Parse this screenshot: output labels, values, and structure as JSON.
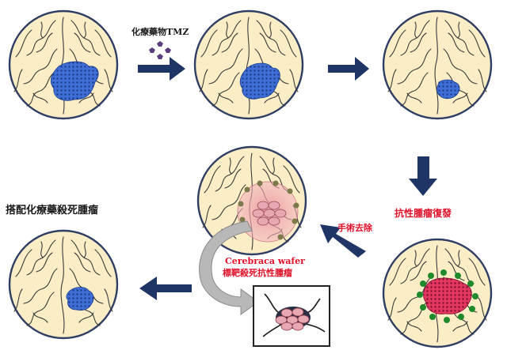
{
  "labels": {
    "tmz_drug": "化療藥物TMZ",
    "recurrence": "抗性腫瘤復發",
    "surgery": "手術去除",
    "wafer_name": "Cerebraca wafer",
    "wafer_desc": "標靶殺死抗性腫瘤",
    "combo": "搭配化療藥殺死腫瘤"
  },
  "colors": {
    "brain_fill": "#fbeec6",
    "brain_outline": "#2f3f63",
    "tumor_blue": "#3f6fd6",
    "tumor_red": "#e4375f",
    "green_dots": "#1f8a2a",
    "arrow_navy": "#1f3566",
    "label_red": "#e0102a",
    "drug_purple": "#5a3d7a"
  }
}
